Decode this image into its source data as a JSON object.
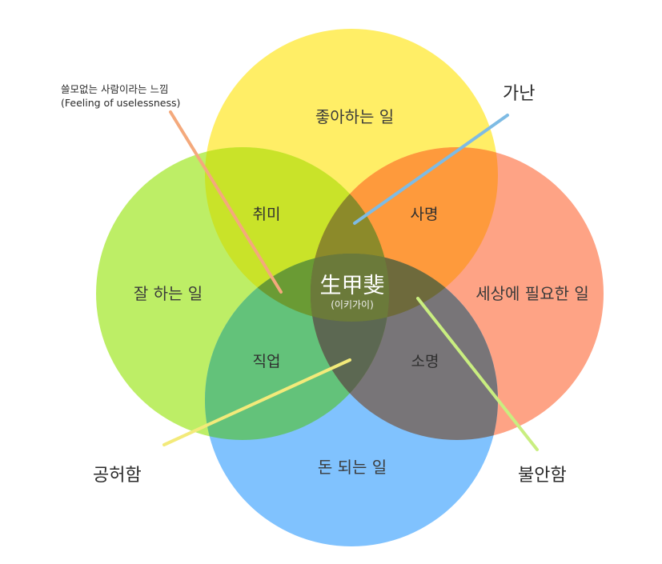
{
  "circles": {
    "love": {
      "label": "좋아하는 일",
      "color": "#ffee66"
    },
    "good": {
      "label": "잘 하는 일",
      "color": "#bdee66"
    },
    "need": {
      "label": "세상에 필요한 일",
      "color": "#fea385"
    },
    "paid": {
      "label": "돈 되는 일",
      "color": "#80c2fe"
    }
  },
  "overlaps": {
    "passion": "취미",
    "mission": "사명",
    "profession": "직업",
    "vocation": "소명"
  },
  "center": {
    "title": "生甲斐",
    "subtitle": "(이키가이)"
  },
  "callouts": {
    "uselessness": {
      "line1": "쓸모없는 사람이라는 느낌",
      "line2": "(Feeling of uselessness)",
      "color": "#f4a97c"
    },
    "poverty": {
      "label": "가난",
      "color": "#7ebbe4"
    },
    "emptiness": {
      "label": "공허함",
      "color": "#f3ea7a"
    },
    "anxiety": {
      "label": "불안함",
      "color": "#c9ee80"
    }
  }
}
